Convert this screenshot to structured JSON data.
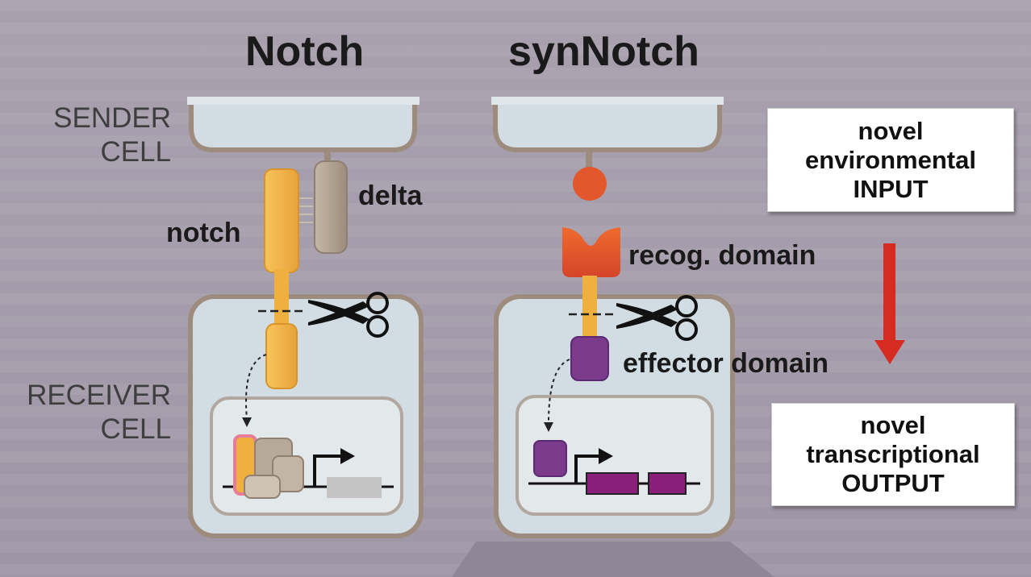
{
  "titles": {
    "left": "Notch",
    "right": "synNotch"
  },
  "side_labels": {
    "sender": [
      "SENDER",
      "CELL"
    ],
    "receiver": [
      "RECEIVER",
      "CELL"
    ]
  },
  "component_labels": {
    "delta": "delta",
    "notch": "notch",
    "recog_domain": "recog. domain",
    "effector_domain": "effector domain"
  },
  "input_box": [
    "novel",
    "environmental",
    "INPUT"
  ],
  "output_box": [
    "novel",
    "transcriptional",
    "OUTPUT"
  ],
  "colors": {
    "background": "#a59dab",
    "cell_fill": "#d2dde3",
    "cell_border": "#9d8b7e",
    "nucleus_fill": "#e3e8ea",
    "notch_orange": "#f0b040",
    "delta_tan": "#b3a391",
    "ligand_red": "#e2572b",
    "effector_purple": "#7b3a8c",
    "gene_purple": "#8a1f7a",
    "gene_gray": "#c4c4c4",
    "arrow_red": "#d62b20"
  }
}
